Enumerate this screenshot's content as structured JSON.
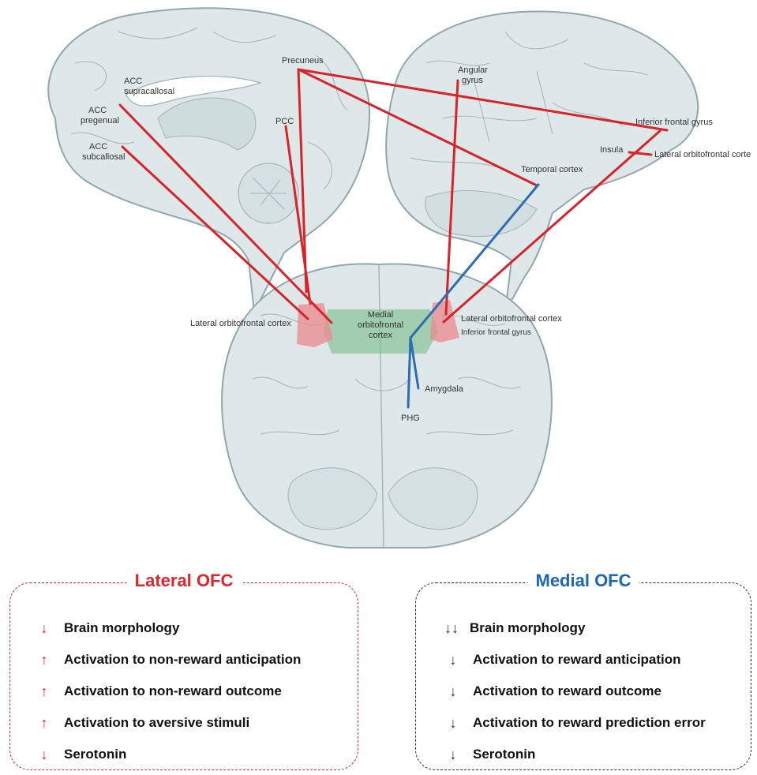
{
  "diagram": {
    "labels": {
      "acc_supracallosal": [
        "ACC",
        "supracallosal"
      ],
      "acc_pregenual": [
        "ACC",
        "pregenual"
      ],
      "acc_subcallosal": [
        "ACC",
        "subcallosal"
      ],
      "precuneus": "Precuneus",
      "pcc": "PCC",
      "angular_gyrus": [
        "Angular",
        "gyrus"
      ],
      "inferior_frontal_gyrus_top": "Inferior frontal gyrus",
      "insula": "Insula",
      "lateral_ofc_right_edge": "Lateral orbitofrontal corte",
      "temporal_cortex": "Temporal cortex",
      "lateral_ofc_left": "Lateral orbitofrontal cortex",
      "lateral_ofc_right": "Lateral orbitofrontal cortex",
      "inferior_frontal_gyrus_bottom": "Inferior frontal gyrus",
      "medial_ofc": [
        "Medial",
        "orbitofrontal",
        "cortex"
      ],
      "amygdala": "Amygdala",
      "phg": "PHG"
    },
    "colors": {
      "red_line": "#d9232b",
      "blue_line": "#2d6db3",
      "brain_fill": "#dfe8e9",
      "brain_stroke": "#8fa8ae",
      "lateral_region": "#e98a8c",
      "medial_region": "#79bd8a"
    }
  },
  "lateral_panel": {
    "title": "Lateral OFC",
    "color": "#e0252c",
    "items": [
      {
        "direction": "down",
        "count": 1,
        "text": "Brain morphology"
      },
      {
        "direction": "up",
        "count": 1,
        "text": "Activation to non-reward anticipation"
      },
      {
        "direction": "up",
        "count": 1,
        "text": "Activation to non-reward outcome"
      },
      {
        "direction": "up",
        "count": 1,
        "text": "Activation to aversive stimuli"
      },
      {
        "direction": "down",
        "count": 1,
        "text": "Serotonin"
      }
    ]
  },
  "medial_panel": {
    "title": "Medial OFC",
    "color": "#1a67b3",
    "arrow_color": "#1e2b6e",
    "items": [
      {
        "direction": "down",
        "count": 2,
        "text": "Brain morphology"
      },
      {
        "direction": "down",
        "count": 1,
        "text": "Activation to reward anticipation"
      },
      {
        "direction": "down",
        "count": 1,
        "text": "Activation to reward outcome"
      },
      {
        "direction": "down",
        "count": 1,
        "text": "Activation to reward prediction error"
      },
      {
        "direction": "down",
        "count": 1,
        "text": "Serotonin"
      }
    ]
  }
}
